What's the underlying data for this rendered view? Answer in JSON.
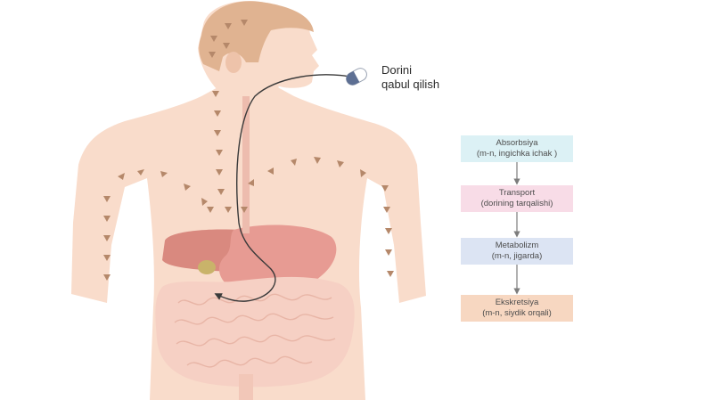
{
  "intake": {
    "line1": "Dorini",
    "line2": "qabul qilish"
  },
  "steps": [
    {
      "title": "Absorbsiya",
      "note": "(m-n, ingichka ichak )",
      "color": "#dcf1f5"
    },
    {
      "title": "Transport",
      "note": "(dorining tarqalishi)",
      "color": "#f8dce7"
    },
    {
      "title": "Metabolizm",
      "note": "(m-n, jigarda)",
      "color": "#dce4f3"
    },
    {
      "title": "Ekskretsiya",
      "note": "(m-n, siydik orqali)",
      "color": "#f7d7c1"
    }
  ],
  "colors": {
    "skin": "#f9dccb",
    "hair": "#e0b391",
    "stomach": "#e79b93",
    "liver": "#d9897f",
    "intestine": "#f6d0c4",
    "arrow": "#b5886a",
    "path": "#3a3a3a"
  },
  "icons": [
    "pill-icon",
    "drug-path-line",
    "circulation-arrows"
  ]
}
